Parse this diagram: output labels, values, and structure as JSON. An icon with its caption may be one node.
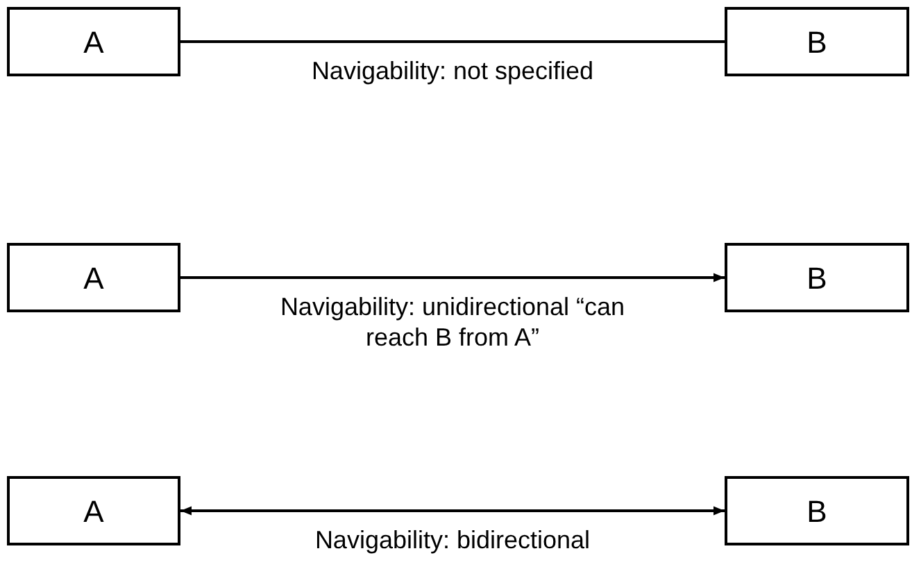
{
  "diagram": {
    "nodes": [
      {
        "text": [
          "A"
        ]
      },
      {
        "text": [
          "B"
        ]
      },
      {
        "text": [
          "A"
        ]
      },
      {
        "text": [
          "B"
        ]
      },
      {
        "text": [
          "A"
        ]
      },
      {
        "text": [
          "B"
        ]
      }
    ],
    "edges": [
      {
        "from": 0,
        "to": 1,
        "arrow": "none",
        "label": "Navigability: not specified"
      },
      {
        "from": 2,
        "to": 3,
        "arrow": "to",
        "label": "Navigability: unidirectional “can reach B from A”"
      },
      {
        "from": 4,
        "to": 5,
        "arrow": "both",
        "label": "Navigability: bidirectional"
      }
    ]
  }
}
